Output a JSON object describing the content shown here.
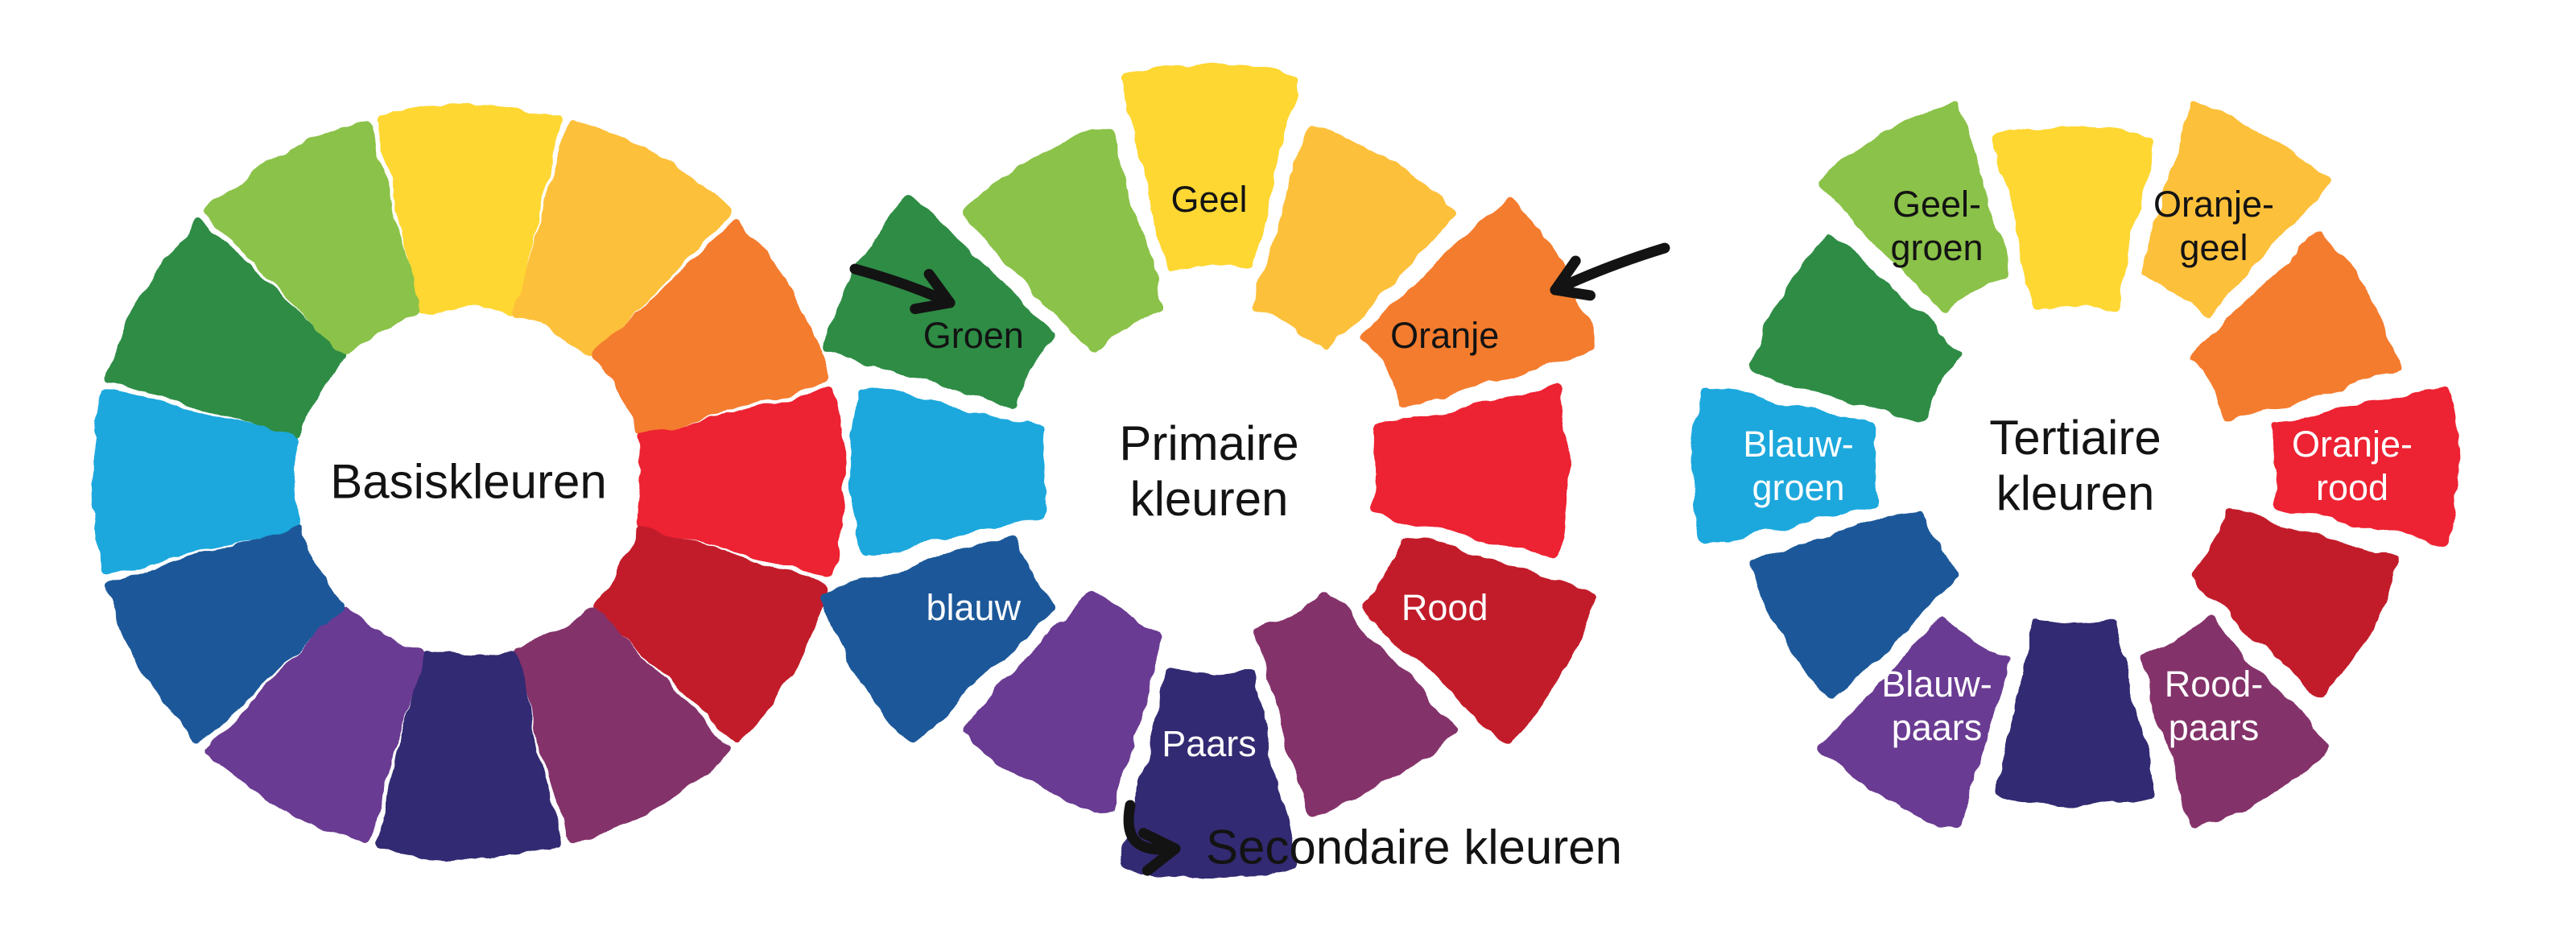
{
  "background_color": "#ffffff",
  "text_color": "#131313",
  "arrow_color": "#131313",
  "chart_data": [
    {
      "type": "color-wheel",
      "id": "basiskleuren",
      "title": "Basiskleuren",
      "title_lines": [
        "Basiskleuren"
      ],
      "segments": [
        {
          "name": "geel",
          "color": "#FED730"
        },
        {
          "name": "oranje-geel",
          "color": "#FDC03A"
        },
        {
          "name": "oranje",
          "color": "#F47B2F"
        },
        {
          "name": "oranje-rood",
          "color": "#ED2330"
        },
        {
          "name": "rood",
          "color": "#C21E2A"
        },
        {
          "name": "rood-paars",
          "color": "#84316B"
        },
        {
          "name": "paars",
          "color": "#312B72"
        },
        {
          "name": "blauw-paars",
          "color": "#6A3B92"
        },
        {
          "name": "blauw",
          "color": "#1E5899"
        },
        {
          "name": "blauw-groen",
          "color": "#1EA8DD"
        },
        {
          "name": "groen",
          "color": "#2F8C45"
        },
        {
          "name": "geel-groen",
          "color": "#8BC24A"
        }
      ]
    },
    {
      "type": "color-wheel",
      "id": "primaire-kleuren",
      "title": "Primaire kleuren",
      "title_lines": [
        "Primaire",
        "kleuren"
      ],
      "segments": [
        {
          "name": "geel",
          "color": "#FED730",
          "label": "Geel",
          "label_lines": [
            "Geel"
          ],
          "label_color": "#131313",
          "pulled_out": true
        },
        {
          "name": "oranje-geel",
          "color": "#FDC03A"
        },
        {
          "name": "oranje",
          "color": "#F47B2F",
          "label": "Oranje",
          "label_lines": [
            "Oranje"
          ],
          "label_color": "#131313",
          "pulled_out": true
        },
        {
          "name": "oranje-rood",
          "color": "#ED2330"
        },
        {
          "name": "rood",
          "color": "#C21E2A",
          "label": "Rood",
          "label_lines": [
            "Rood"
          ],
          "label_color": "#ffffff",
          "pulled_out": true
        },
        {
          "name": "rood-paars",
          "color": "#84316B"
        },
        {
          "name": "paars",
          "color": "#312B72",
          "label": "Paars",
          "label_lines": [
            "Paars"
          ],
          "label_color": "#ffffff",
          "pulled_out": true
        },
        {
          "name": "blauw-paars",
          "color": "#6A3B92"
        },
        {
          "name": "blauw",
          "color": "#1E5899",
          "label": "blauw",
          "label_lines": [
            "blauw"
          ],
          "label_color": "#ffffff",
          "pulled_out": true
        },
        {
          "name": "blauw-groen",
          "color": "#1EA8DD"
        },
        {
          "name": "groen",
          "color": "#2F8C45",
          "label": "Groen",
          "label_lines": [
            "Groen"
          ],
          "label_color": "#131313",
          "pulled_out": true
        },
        {
          "name": "geel-groen",
          "color": "#8BC24A"
        }
      ],
      "annotations": {
        "secondary_text": "Secondaire kleuren",
        "arrows": [
          {
            "name": "arrow-to-groen",
            "points_to": "Groen"
          },
          {
            "name": "arrow-to-oranje",
            "points_to": "Oranje"
          },
          {
            "name": "arrow-paars-to-secondaire",
            "points_to": "Secondaire kleuren"
          }
        ]
      }
    },
    {
      "type": "color-wheel",
      "id": "tertiaire-kleuren",
      "title": "Tertiaire kleuren",
      "title_lines": [
        "Tertiaire",
        "kleuren"
      ],
      "segments": [
        {
          "name": "geel",
          "color": "#FED730"
        },
        {
          "name": "oranje-geel",
          "color": "#FDC03A",
          "label": "Oranje-geel",
          "label_lines": [
            "Oranje-",
            "geel"
          ],
          "label_color": "#131313",
          "pulled_out": true
        },
        {
          "name": "oranje",
          "color": "#F47B2F"
        },
        {
          "name": "oranje-rood",
          "color": "#ED2330",
          "label": "Oranje-rood",
          "label_lines": [
            "Oranje-",
            "rood"
          ],
          "label_color": "#ffffff",
          "pulled_out": true
        },
        {
          "name": "rood",
          "color": "#C21E2A"
        },
        {
          "name": "rood-paars",
          "color": "#84316B",
          "label": "Rood-paars",
          "label_lines": [
            "Rood-",
            "paars"
          ],
          "label_color": "#ffffff",
          "pulled_out": true
        },
        {
          "name": "paars",
          "color": "#312B72"
        },
        {
          "name": "blauw-paars",
          "color": "#6A3B92",
          "label": "Blauw-paars",
          "label_lines": [
            "Blauw-",
            "paars"
          ],
          "label_color": "#ffffff",
          "pulled_out": true
        },
        {
          "name": "blauw",
          "color": "#1E5899"
        },
        {
          "name": "blauw-groen",
          "color": "#1EA8DD",
          "label": "Blauw-groen",
          "label_lines": [
            "Blauw-",
            "groen"
          ],
          "label_color": "#ffffff",
          "pulled_out": true
        },
        {
          "name": "groen",
          "color": "#2F8C45"
        },
        {
          "name": "geel-groen",
          "color": "#8BC24A",
          "label": "Geel-groen",
          "label_lines": [
            "Geel-",
            "groen"
          ],
          "label_color": "#131313",
          "pulled_out": true
        }
      ]
    }
  ]
}
